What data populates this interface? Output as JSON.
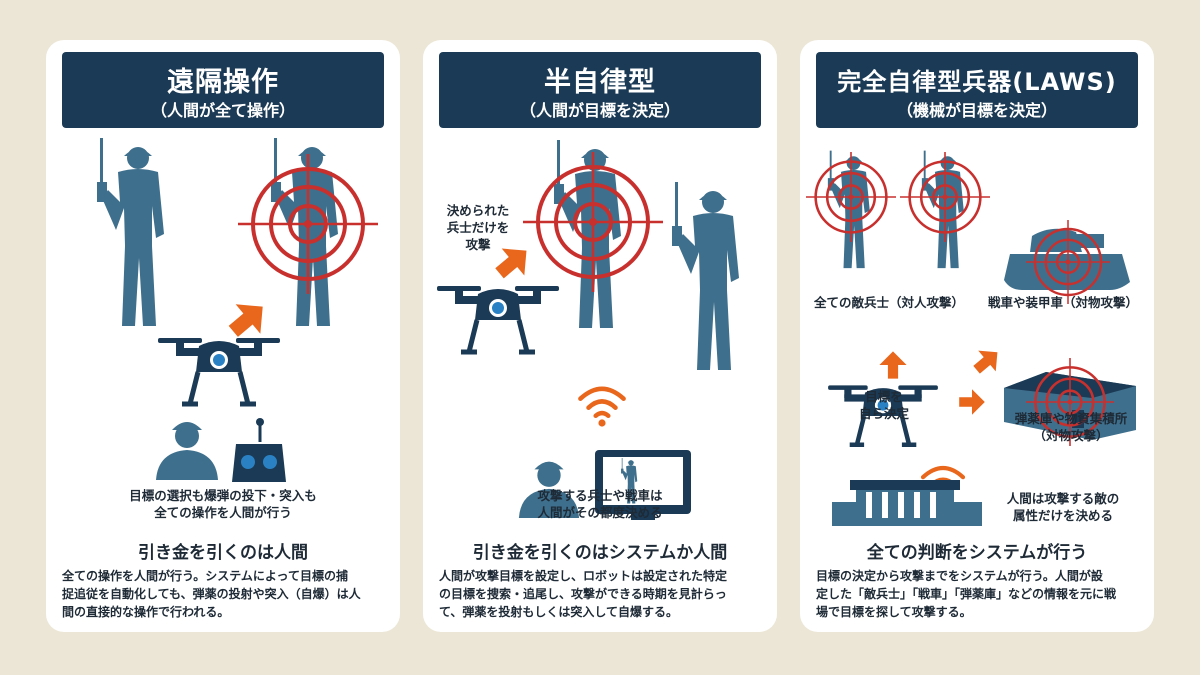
{
  "panels": [
    {
      "title": "遠隔操作",
      "subtitle": "（人間が全て操作）",
      "labels": [
        "目標の選択も爆弾の投下・突入も",
        "全ての操作を人間が行う"
      ],
      "heading": "引き金を引くのは人間",
      "desc": [
        "全ての操作を人間が行う。システムによって目標の捕",
        "捉追従を自動化しても、弾薬の投射や突入（自爆）は人",
        "間の直接的な操作で行われる。"
      ]
    },
    {
      "title": "半自律型",
      "subtitle": "（人間が目標を決定）",
      "labels": [
        "決められた",
        "兵士だけを",
        "攻撃",
        "攻撃する兵士や戦車は",
        "人間がその都度決める"
      ],
      "heading": "引き金を引くのはシステムか人間",
      "desc": [
        "人間が攻撃目標を設定し、ロボットは設定された特定",
        "の目標を捜索・追尾し、攻撃ができる時期を見計らっ",
        "て、弾薬を投射もしくは突入して自爆する。"
      ]
    },
    {
      "title": "完全自律型兵器(LAWS)",
      "subtitle": "（機械が目標を決定）",
      "labels": [
        "全ての敵兵士（対人攻撃）",
        "戦車や装甲車（対物攻撃）",
        "目標を",
        "自ら決定",
        "弾薬庫や物資集積所",
        "（対物攻撃）",
        "人間は攻撃する敵の",
        "属性だけを決める"
      ],
      "heading": "全ての判断をシステムが行う",
      "desc": [
        "目標の決定から攻撃までをシステムが行う。人間が設",
        "定した「敵兵士」「戦車」「弾薬庫」などの情報を元に戦",
        "場で目標を探して攻撃する。"
      ]
    }
  ],
  "colors": {
    "background": "#ece6d6",
    "header": "#1b3a55",
    "silhouette": "#3e6f8c",
    "target": "#c8302e",
    "arrow": "#e8671c",
    "accent": "#2a82c4"
  },
  "icons": [
    "soldier-icon",
    "target-reticle-icon",
    "drone-icon",
    "operator-icon",
    "controller-icon",
    "wifi-icon",
    "monitor-icon",
    "tank-icon",
    "depot-icon",
    "building-icon",
    "arrow-icon"
  ]
}
